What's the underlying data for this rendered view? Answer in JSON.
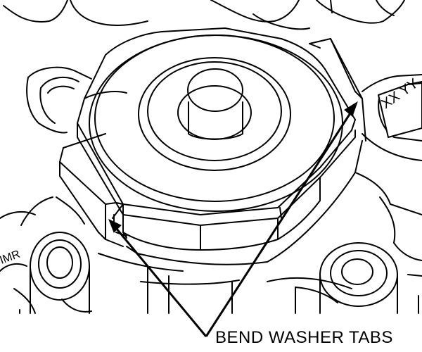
{
  "diagram": {
    "callout_label": "BEND WASHER TABS",
    "partial_label_right": "XX YY",
    "partial_label_left": "IMR"
  },
  "colors": {
    "line": "#000000",
    "background": "#ffffff"
  }
}
